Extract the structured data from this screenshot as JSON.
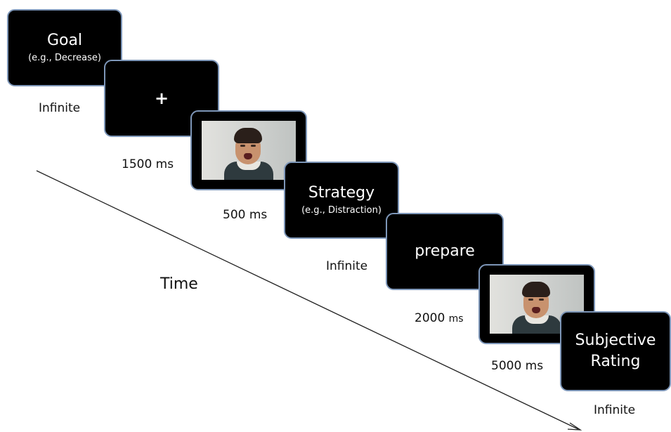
{
  "screens": {
    "goal": {
      "title": "Goal",
      "subtitle": "(e.g., Decrease)"
    },
    "fixation": {
      "symbol": "+"
    },
    "strategy": {
      "title": "Strategy",
      "subtitle": "(e.g., Distraction)"
    },
    "prepare": {
      "title": "prepare"
    },
    "rating": {
      "title": "Subjective\nRating"
    }
  },
  "durations": {
    "goal": "Infinite",
    "fixation": "1500 ms",
    "picture": "500 ms",
    "strategy": "Infinite",
    "prepare_value": "2000",
    "prepare_unit": "ms",
    "regulation": "5000 ms",
    "rating": "Infinite"
  },
  "axis": {
    "label": "Time"
  },
  "colors": {
    "screen_fill": "#000000",
    "screen_border": "#7d96b8",
    "text": "#ffffff"
  },
  "icons": {
    "arrow": "time-arrow-icon",
    "photo": "crying-child-photo"
  }
}
